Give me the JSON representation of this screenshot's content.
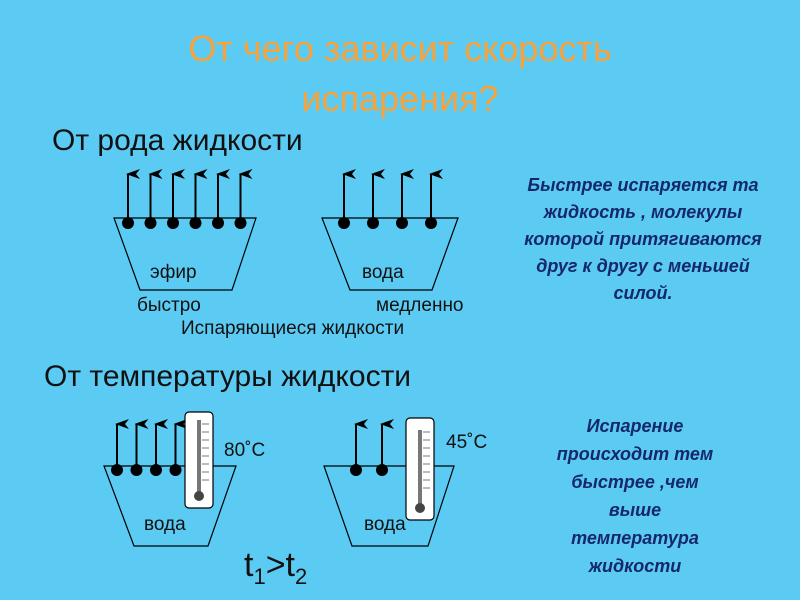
{
  "title": {
    "line1": "От чего зависит скорость",
    "line2": "испарения?"
  },
  "bullet1": {
    "mark": "",
    "text": "От рода жидкости"
  },
  "bullet2": {
    "mark": "",
    "text": "От температуры жидкости"
  },
  "diagram1": {
    "left_label": "эфир",
    "right_label": "вода",
    "left_speed": "быстро",
    "right_speed": "медленно",
    "caption": "Испаряющиеся жидкости",
    "left_molecules": 6,
    "right_molecules": 4
  },
  "diagram2": {
    "left_label": "вода",
    "right_label": "вода",
    "left_temp": "80˚C",
    "right_temp": "45˚C",
    "left_molecules": 4,
    "right_molecules": 2,
    "formula": {
      "t": "t",
      "s1": "1",
      "gt": ">t",
      "s2": "2"
    }
  },
  "note1": [
    "Быстрее испаряется та",
    "жидкость , молекулы",
    "которой притягиваются",
    "друг к другу с меньшей",
    "силой."
  ],
  "note2": [
    "Испарение",
    "происходит тем",
    "быстрее ,чем",
    "выше",
    "температура",
    "жидкости"
  ],
  "colors": {
    "background": "#5ccbf4",
    "title": "#f7a23a",
    "note": "#14286b"
  },
  "icons": [
    "arrow-up-icon",
    "molecule-icon",
    "thermometer-icon",
    "vessel-icon"
  ]
}
